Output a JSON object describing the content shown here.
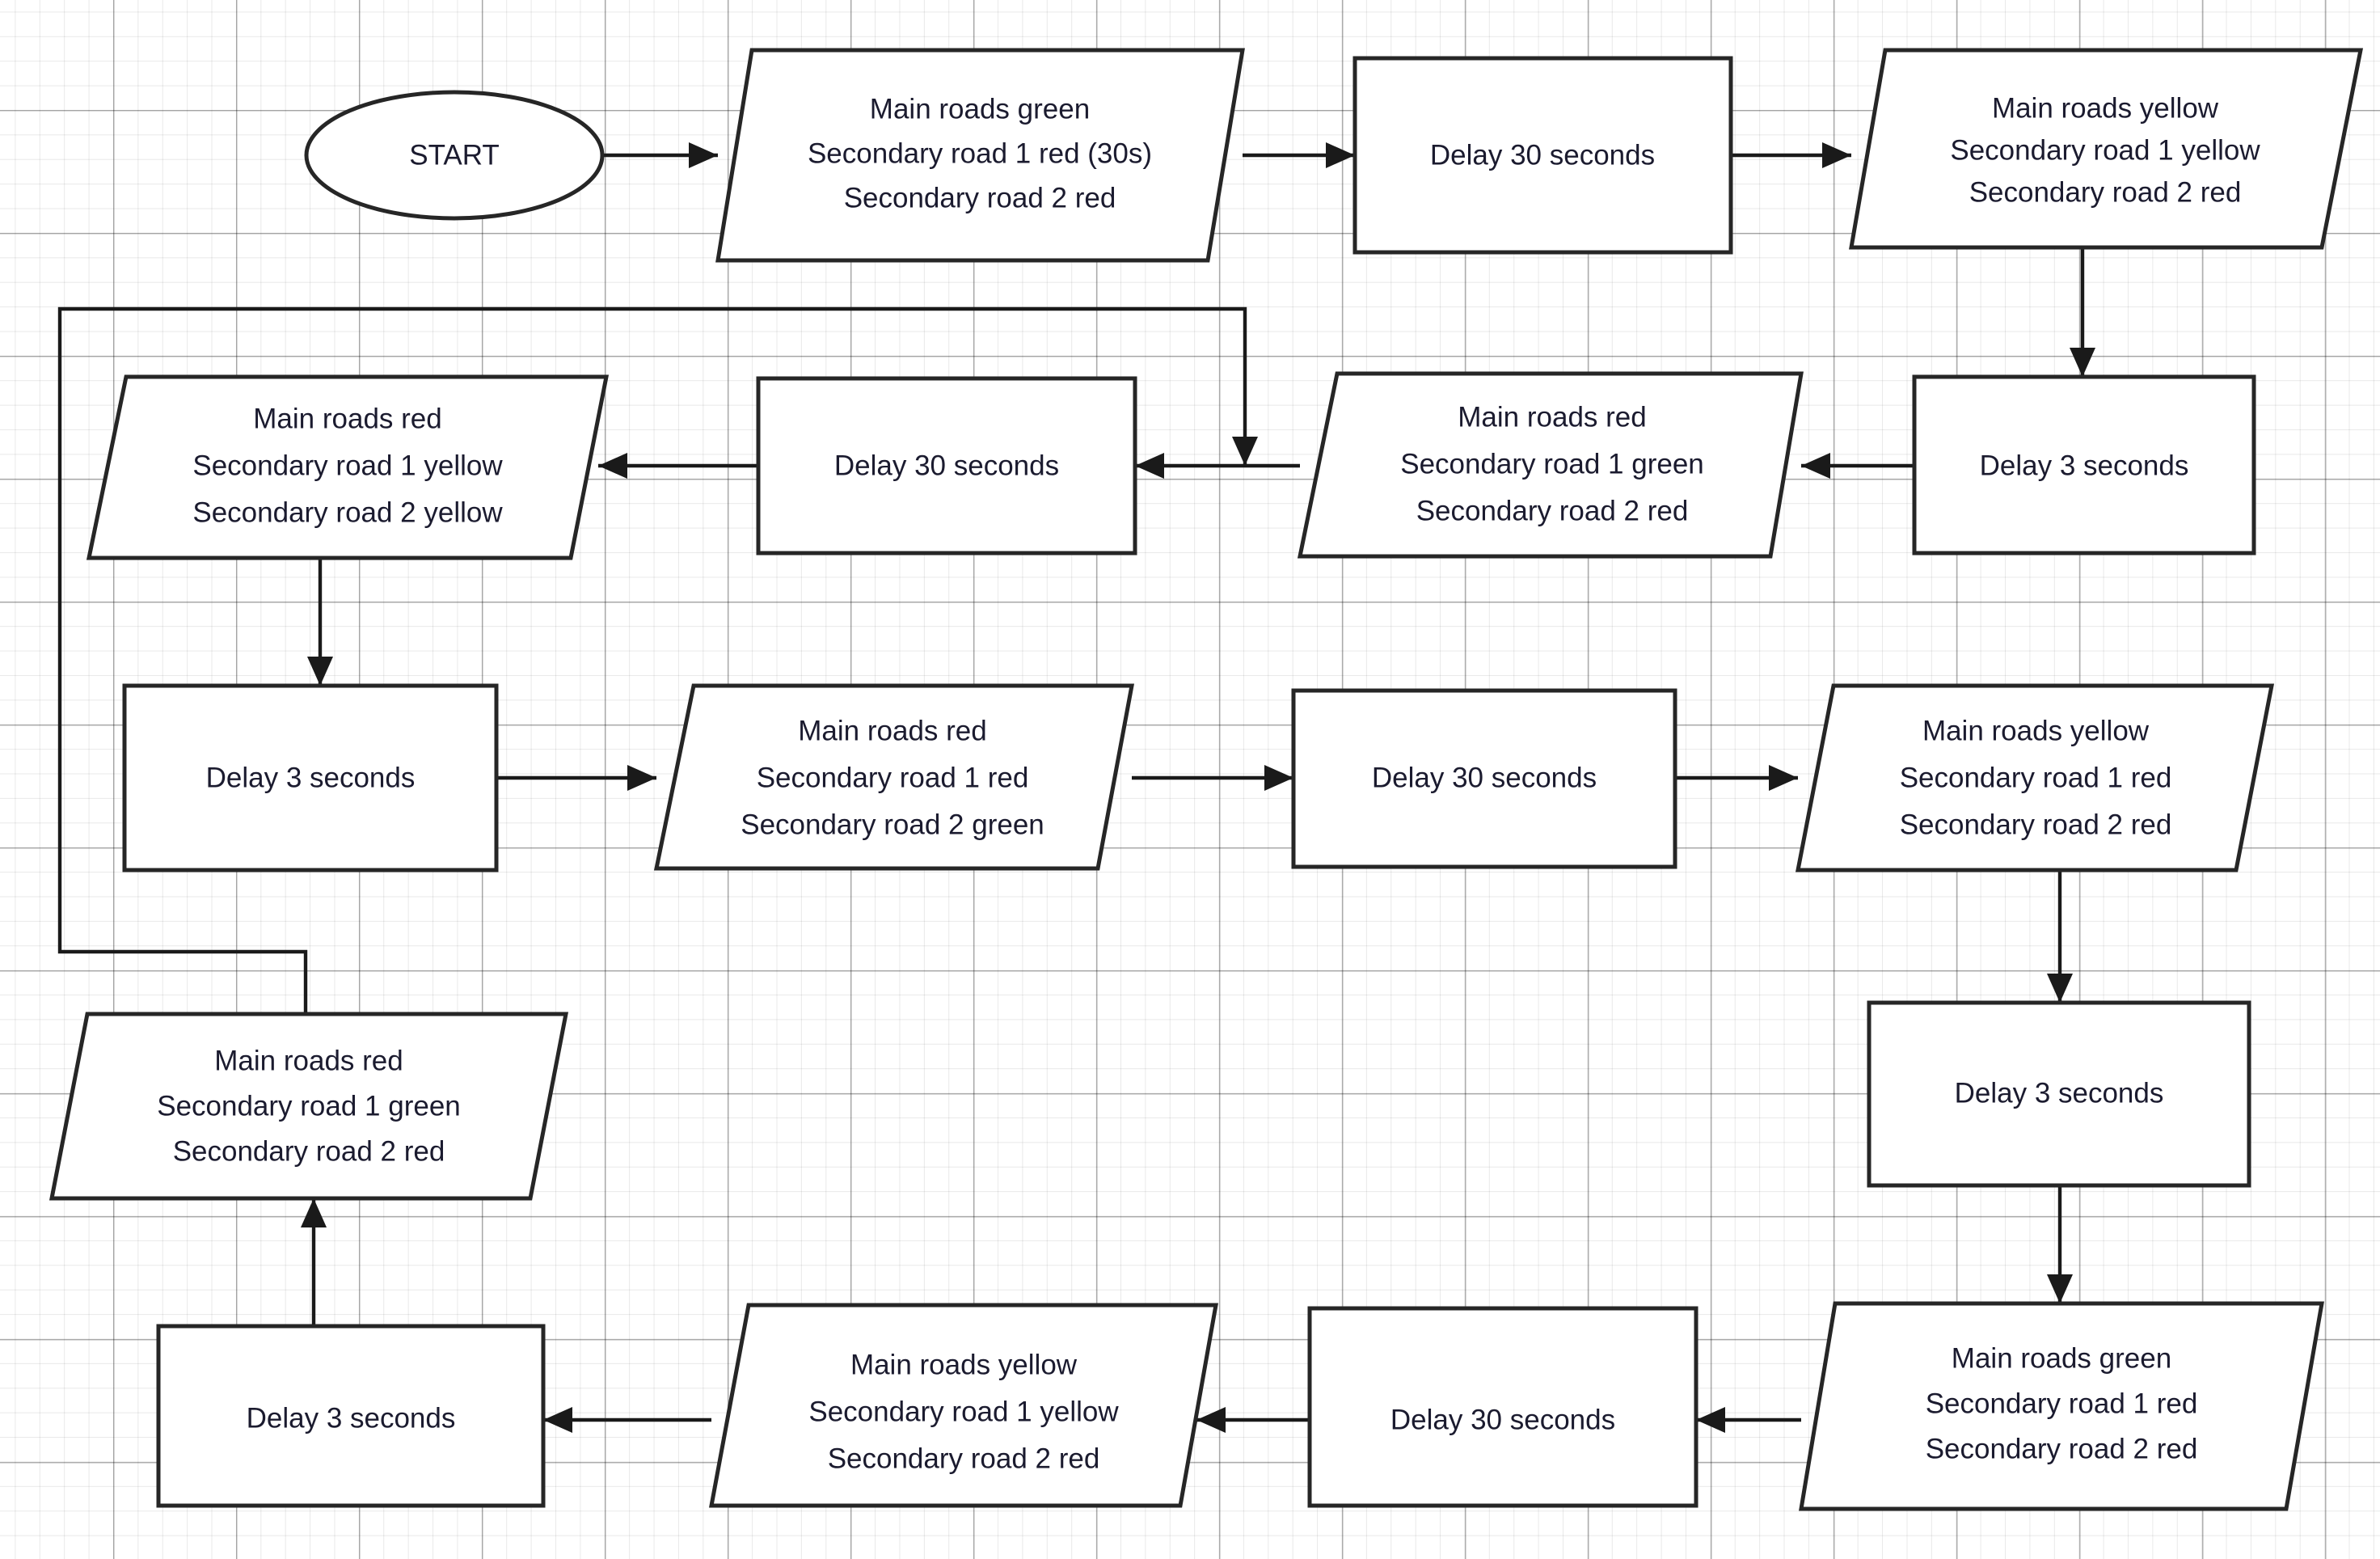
{
  "diagram": {
    "title": "Traffic light control sequence flowchart",
    "background": "#ffffff",
    "grid_color": "#d9d9d9",
    "shape_stroke": "#262626",
    "connector_color": "#1a1a1a",
    "text_color": "#1b1b2f"
  },
  "nodes": {
    "start": {
      "shape": "ellipse",
      "label": "START"
    },
    "state1": {
      "shape": "parallelogram",
      "line1": "Main roads green",
      "line2": "Secondary road 1 red (30s)",
      "line3": "Secondary road 2 red"
    },
    "delay1": {
      "shape": "rectangle",
      "label": "Delay 30 seconds"
    },
    "state2": {
      "shape": "parallelogram",
      "line1": "Main roads yellow",
      "line2": "Secondary road 1 yellow",
      "line3": "Secondary road 2 red"
    },
    "delay2": {
      "shape": "rectangle",
      "label": "Delay 3 seconds"
    },
    "state3": {
      "shape": "parallelogram",
      "line1": "Main roads red",
      "line2": "Secondary road 1 green",
      "line3": "Secondary road 2 red"
    },
    "delay3": {
      "shape": "rectangle",
      "label": "Delay 30 seconds"
    },
    "state4": {
      "shape": "parallelogram",
      "line1": "Main roads red",
      "line2": "Secondary road 1 yellow",
      "line3": "Secondary road 2 yellow"
    },
    "delay4": {
      "shape": "rectangle",
      "label": "Delay 3 seconds"
    },
    "state5": {
      "shape": "parallelogram",
      "line1": "Main roads red",
      "line2": "Secondary road 1 red",
      "line3": "Secondary road 2 green"
    },
    "delay5": {
      "shape": "rectangle",
      "label": "Delay 30 seconds"
    },
    "state6": {
      "shape": "parallelogram",
      "line1": "Main roads yellow",
      "line2": "Secondary road 1 red",
      "line3": "Secondary road 2 red"
    },
    "delay6": {
      "shape": "rectangle",
      "label": "Delay 3 seconds"
    },
    "state7": {
      "shape": "parallelogram",
      "line1": "Main roads green",
      "line2": "Secondary road 1 red",
      "line3": "Secondary road 2 red"
    },
    "delay7": {
      "shape": "rectangle",
      "label": "Delay 30 seconds"
    },
    "state8": {
      "shape": "parallelogram",
      "line1": "Main roads yellow",
      "line2": "Secondary road 1 yellow",
      "line3": "Secondary road 2 red"
    },
    "delay8": {
      "shape": "rectangle",
      "label": "Delay 3 seconds"
    },
    "state9": {
      "shape": "parallelogram",
      "line1": "Main roads red",
      "line2": "Secondary road 1 green",
      "line3": "Secondary road 2 red"
    }
  },
  "edges": [
    {
      "from": "start",
      "to": "state1",
      "direction": "right"
    },
    {
      "from": "state1",
      "to": "delay1",
      "direction": "right"
    },
    {
      "from": "delay1",
      "to": "state2",
      "direction": "right"
    },
    {
      "from": "state2",
      "to": "delay2",
      "direction": "down"
    },
    {
      "from": "delay2",
      "to": "state3",
      "direction": "left"
    },
    {
      "from": "state3",
      "to": "delay3",
      "direction": "left"
    },
    {
      "from": "delay3",
      "to": "state4",
      "direction": "left"
    },
    {
      "from": "state4",
      "to": "delay4",
      "direction": "down"
    },
    {
      "from": "delay4",
      "to": "state5",
      "direction": "right"
    },
    {
      "from": "state5",
      "to": "delay5",
      "direction": "right"
    },
    {
      "from": "delay5",
      "to": "state6",
      "direction": "right"
    },
    {
      "from": "state6",
      "to": "delay6",
      "direction": "down"
    },
    {
      "from": "delay6",
      "to": "state7",
      "direction": "down"
    },
    {
      "from": "state7",
      "to": "delay7",
      "direction": "left"
    },
    {
      "from": "delay7",
      "to": "state8",
      "direction": "left"
    },
    {
      "from": "state8",
      "to": "delay8",
      "direction": "left"
    },
    {
      "from": "delay8",
      "to": "state9",
      "direction": "up"
    },
    {
      "from": "state9",
      "to": "delay3",
      "direction": "loop-back-to-top"
    }
  ]
}
